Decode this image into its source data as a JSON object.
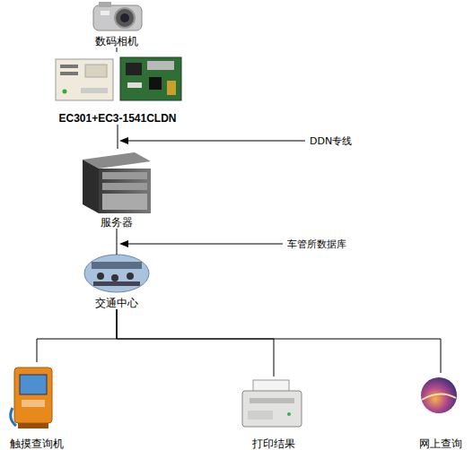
{
  "diagram": {
    "nodes": [
      {
        "text": [
          "数码相机"
        ]
      },
      {
        "text": [
          "EC301+EC3-1541CLDN"
        ]
      },
      {
        "text": [
          "服务器"
        ]
      },
      {
        "text": [
          "交通中心"
        ]
      },
      {
        "text": [
          "触摸查询机"
        ]
      },
      {
        "text": [
          "打印结果"
        ]
      },
      {
        "text": [
          "网上查询"
        ]
      }
    ],
    "edges": [
      {
        "from": 0,
        "to": 1,
        "arrow": "none"
      },
      {
        "from": 1,
        "to": 2,
        "arrow": "none"
      },
      {
        "from": 2,
        "to": 3,
        "arrow": "none"
      },
      {
        "from": 3,
        "to": 4,
        "arrow": "none"
      },
      {
        "from": 3,
        "to": 5,
        "arrow": "none"
      },
      {
        "from": 3,
        "to": 6,
        "arrow": "none"
      }
    ],
    "labels": [
      "DDN专线",
      "车管所数据库"
    ]
  }
}
